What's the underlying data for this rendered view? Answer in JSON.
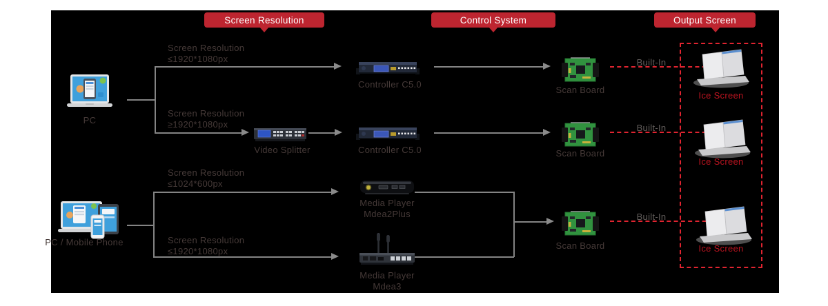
{
  "banners": {
    "screen_resolution": "Screen Resolution",
    "control_system": "Control System",
    "output_screen": "Output Screen"
  },
  "sources": {
    "pc_label": "PC",
    "pc_mobile_label": "PC / Mobile Phone"
  },
  "branch_labels": {
    "top_row1": {
      "line1": "Screen Resolution",
      "line2": "≤1920*1080px"
    },
    "top_row2": {
      "line1": "Screen Resolution",
      "line2": "≥1920*1080px"
    },
    "bottom_row1": {
      "line1": "Screen Resolution",
      "line2": "≤1024*600px"
    },
    "bottom_row2": {
      "line1": "Screen Resolution",
      "line2": "≤1920*1080px"
    }
  },
  "devices": {
    "controller_row1": "Controller C5.0",
    "controller_row2": "Controller C5.0",
    "video_splitter": "Video Splitter",
    "media_player_2plus": {
      "line1": "Media Player",
      "line2": "Mdea2Plus"
    },
    "media_player_3": {
      "line1": "Media Player",
      "line2": "Mdea3"
    },
    "scan_board": "Scan Board",
    "built_in": "Built-In",
    "ice_screen": "Ice Screen"
  },
  "colors": {
    "background_panel": "#000000",
    "banner_red": "#bd2530",
    "dashed_red": "#e02430",
    "ice_screen_red": "#bb1420",
    "connector_gray": "#848484",
    "label_dark": "#463a38",
    "built_in_gray": "#635e5c"
  }
}
